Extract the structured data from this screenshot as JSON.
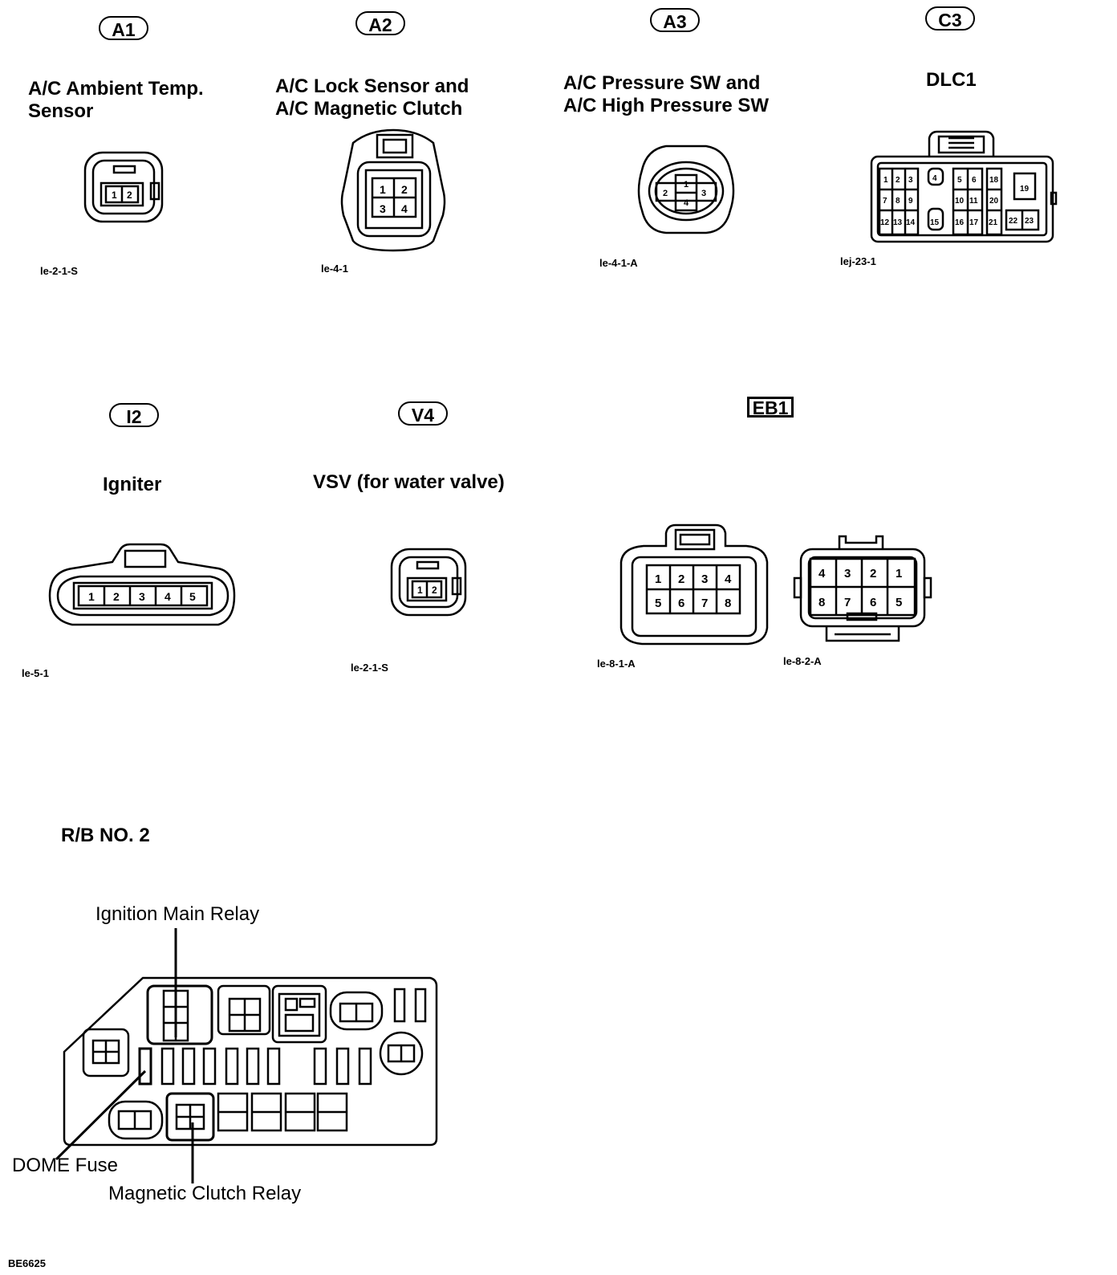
{
  "connectors": {
    "a1": {
      "badge": "A1",
      "title_line1": "A/C Ambient Temp.",
      "title_line2": "Sensor",
      "code": "le-2-1-S",
      "pins": [
        "1",
        "2"
      ]
    },
    "a2": {
      "badge": "A2",
      "title_line1": "A/C Lock Sensor and",
      "title_line2": "A/C Magnetic Clutch",
      "code": "le-4-1",
      "pins": [
        "1",
        "2",
        "3",
        "4"
      ]
    },
    "a3": {
      "badge": "A3",
      "title_line1": "A/C Pressure SW and",
      "title_line2": "A/C High Pressure SW",
      "code": "le-4-1-A",
      "pins": [
        "1",
        "2",
        "3",
        "4"
      ]
    },
    "c3": {
      "badge": "C3",
      "title": "DLC1",
      "code": "lej-23-1",
      "pins": [
        "1",
        "2",
        "3",
        "4",
        "5",
        "6",
        "18",
        "19",
        "7",
        "8",
        "9",
        "10",
        "11",
        "20",
        "12",
        "13",
        "14",
        "15",
        "16",
        "17",
        "21",
        "22",
        "23"
      ]
    },
    "i2": {
      "badge": "I2",
      "title": "Igniter",
      "code": "le-5-1",
      "pins": [
        "1",
        "2",
        "3",
        "4",
        "5"
      ]
    },
    "v4": {
      "badge": "V4",
      "title": "VSV (for water valve)",
      "code": "le-2-1-S",
      "pins": [
        "1",
        "2"
      ]
    },
    "eb1": {
      "badge": "EB1",
      "code_left": "le-8-1-A",
      "code_right": "le-8-2-A",
      "pins_left": [
        "1",
        "2",
        "3",
        "4",
        "5",
        "6",
        "7",
        "8"
      ],
      "pins_right": [
        "4",
        "3",
        "2",
        "1",
        "8",
        "7",
        "6",
        "5"
      ]
    }
  },
  "relay_block": {
    "title": "R/B NO. 2",
    "callout_ignition": "Ignition Main Relay",
    "callout_dome": "DOME Fuse",
    "callout_clutch": "Magnetic Clutch Relay"
  },
  "figure_id": "BE6625"
}
